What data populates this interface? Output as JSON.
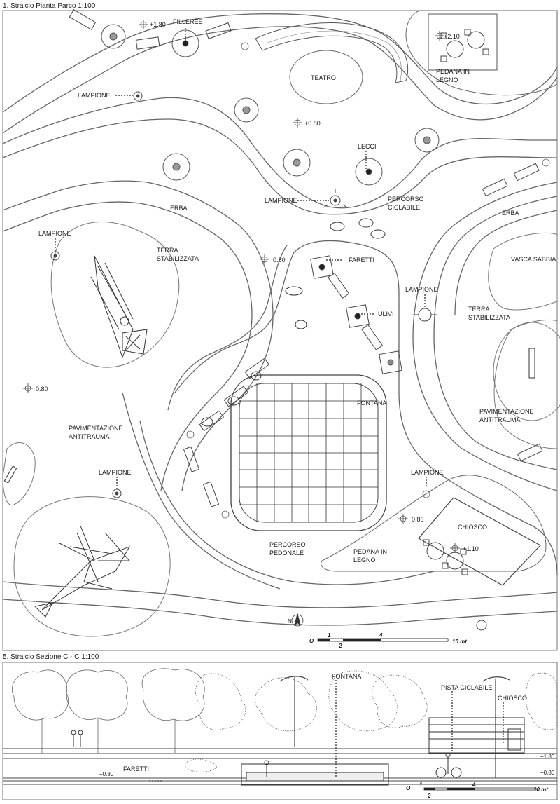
{
  "plan": {
    "title": "1. Stralcio Pianta Parco 1:100",
    "labels": {
      "filleree": "FILLEREE",
      "elev_180": "+1.80",
      "elev_210": "+2.10",
      "pedana_1": "PEDANA IN",
      "pedana_2": "LEGNO",
      "teatro": "TEATRO",
      "lampione_a": "LAMPIONE",
      "elev_080_top": "+0.80",
      "lecci": "LECCI",
      "lampione_b": "LAMPIONE",
      "percorso_cic_1": "Percorso",
      "percorso_cic_2": "ciclabile",
      "erba_left": "ERBA",
      "erba_right": "ERBA",
      "lampione_c": "LAMPIONE",
      "terra_left_1": "TERRA",
      "terra_left_2": "STABILIZZATA",
      "elev_080_mid": "0.80",
      "faretti": "FARETTI",
      "vasca": "VASCA SABBIA",
      "lampione_d": "LAMPIONE",
      "ulivi": "ULIVI",
      "terra_right_1": "TERRA",
      "terra_right_2": "STABILIZZATA",
      "elev_080_left": "0.80",
      "fontana": "FONTANA",
      "pav_left_1": "PAVIMENTAZIONE",
      "pav_left_2": "ANTITRAUMA",
      "pav_right_1": "PAVIMENTAZIONE",
      "pav_right_2": "ANTITRAUMA",
      "lampione_e": "LAMPIONE",
      "lampione_f": "LAMPIONE",
      "elev_080_low": "0.80",
      "chiosco": "CHIOSCO",
      "elev_110": "+1.10",
      "percorso_ped_1": "Percorso",
      "percorso_ped_2": "pedonale",
      "pedana2_1": "PEDANA IN",
      "pedana2_2": "LEGNO",
      "north": "N"
    },
    "scale": {
      "t0": "O",
      "t1": "1",
      "t2": "2",
      "t4": "4",
      "t10": "10 mt"
    }
  },
  "section": {
    "title": "5. Stralcio Sezione C - C 1:100",
    "labels": {
      "pista": "PISTA CICLABILE",
      "chiosco": "CHIOSCO",
      "fontana": "FONTANA",
      "faretti": "FARETTI",
      "elev_180": "+1.80",
      "elev_080_left": "+0.80",
      "elev_080_right": "+0.80"
    },
    "scale": {
      "t0": "O",
      "t1": "1",
      "t2": "2",
      "t4": "4",
      "t10": "10 mt"
    }
  },
  "colors": {
    "line": "#555555",
    "ink": "#1a1a1a",
    "water_grid": "#333333"
  }
}
